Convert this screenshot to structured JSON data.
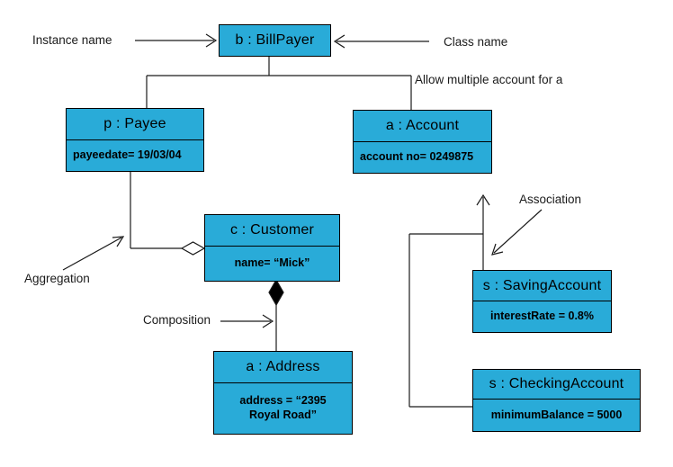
{
  "diagram": {
    "colors": {
      "node_fill": "#29ABD8",
      "node_border": "#000000",
      "line_color": "#1a1a1a",
      "bg": "#ffffff"
    },
    "nodes": [
      {
        "id": "billpayer",
        "title": "b : BillPayer",
        "attributes": []
      },
      {
        "id": "payee",
        "title": "p : Payee",
        "attributes": [
          "payeedate= 19/03/04"
        ]
      },
      {
        "id": "account",
        "title": "a : Account",
        "attributes": [
          "account no= 0249875"
        ]
      },
      {
        "id": "customer",
        "title": "c : Customer",
        "attributes": [
          "name= “Mick”"
        ]
      },
      {
        "id": "address",
        "title": "a : Address",
        "attributes": [
          "address = “2395\nRoyal Road”"
        ]
      },
      {
        "id": "savingaccount",
        "title": "s : SavingAccount",
        "attributes": [
          "interestRate = 0.8%"
        ]
      },
      {
        "id": "checkingaccount",
        "title": "s : CheckingAccount",
        "attributes": [
          "minimumBalance = 5000"
        ]
      }
    ],
    "labels": {
      "instance_name": "Instance name",
      "class_name": "Class name",
      "allow_multiple": "Allow multiple account for a",
      "association": "Association",
      "aggregation": "Aggregation",
      "composition": "Composition"
    },
    "relationships": [
      "aggregation: Payee ◇— Customer",
      "composition: Customer ◆— Address",
      "association: SavingAccount/CheckingAccount → Account"
    ]
  }
}
